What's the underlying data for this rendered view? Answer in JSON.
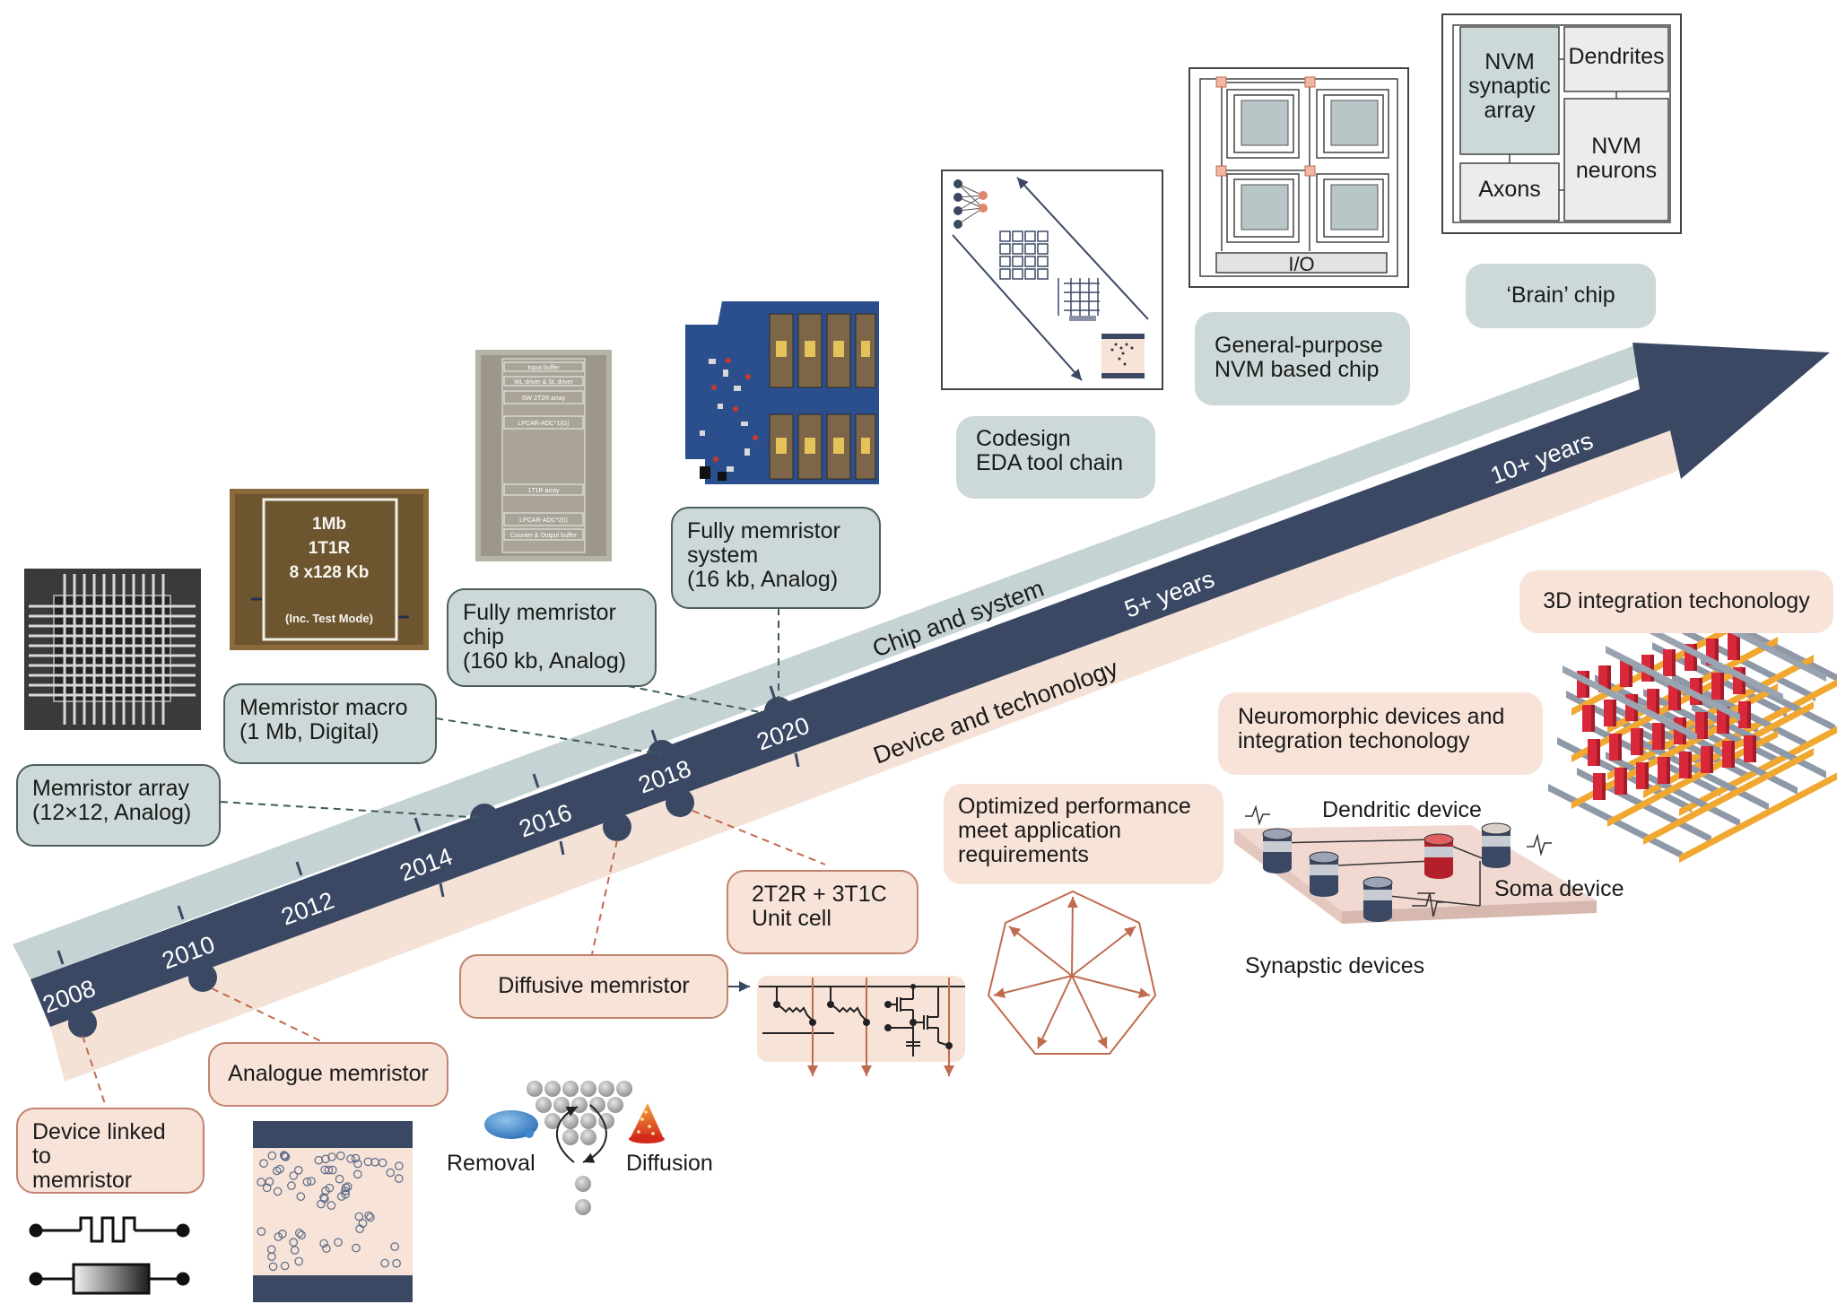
{
  "arrow": {
    "track_top_label": "Chip and system",
    "track_bottom_label": "Device and techonology",
    "horizon_labels": [
      "5+ years",
      "10+ years"
    ],
    "years": [
      "2008",
      "2010",
      "2012",
      "2014",
      "2016",
      "2018",
      "2020"
    ]
  },
  "chip_system": {
    "memristor_array": "Memristor array\n(12×12, Analog)",
    "memristor_macro": "Memristor macro\n(1 Mb, Digital)",
    "fully_memristor_chip": "Fully memristor\nchip\n(160 kb, Analog)",
    "fully_memristor_system": "Fully memristor\nsystem\n(16 kb, Analog)",
    "codesign": "Codesign\nEDA tool chain",
    "general_purpose": "General-purpose\nNVM based chip",
    "brain_chip": "‘Brain’ chip"
  },
  "macro_die": {
    "line1": "1Mb",
    "line2": "1T1R",
    "line3": "8 x128 Kb",
    "line4": "(Inc. Test Mode)"
  },
  "chip_die_rows": [
    "Input buffer",
    "WL driver & SL driver",
    "SW 2T2R array",
    "LPCAR-ADC*1(G)",
    "1T1R array",
    "LPCAR-ADC*2(I)",
    "Counter & Output buffer"
  ],
  "gp_chip": {
    "io_label": "I/O"
  },
  "brain_diagram": {
    "synaptic": "NVM\nsynaptic\narray",
    "dendrites": "Dendrites",
    "neurons": "NVM\nneurons",
    "axons": "Axons"
  },
  "device_tech": {
    "device_linked": "Device linked to\nmemristor",
    "analogue": "Analogue memristor",
    "diffusive": "Diffusive memristor",
    "unit_cell": "2T2R + 3T1C\nUnit cell",
    "optimized": "Optimized performance\nmeet application\nrequirements",
    "neuromorphic": "Neuromorphic devices and\nintegration techonology",
    "integration_3d": "3D integration techonology"
  },
  "diffusion": {
    "removal": "Removal",
    "diffusion": "Diffusion"
  },
  "neuro_labels": {
    "dendritic": "Dendritic device",
    "soma": "Soma device",
    "synaptic": "Synapstic devices"
  },
  "colors": {
    "arrow_dark": "#3b4864",
    "track_grey": "#c6d3d4",
    "track_pink": "#f5e2d6",
    "grey_box": "#cdd8d8",
    "pink_box": "#f7e3d8",
    "grey_border": "#4d5e5e",
    "pink_border": "#c1846f",
    "dashed_grey": "#3e5b5b",
    "dashed_pink": "#c06b4f"
  }
}
